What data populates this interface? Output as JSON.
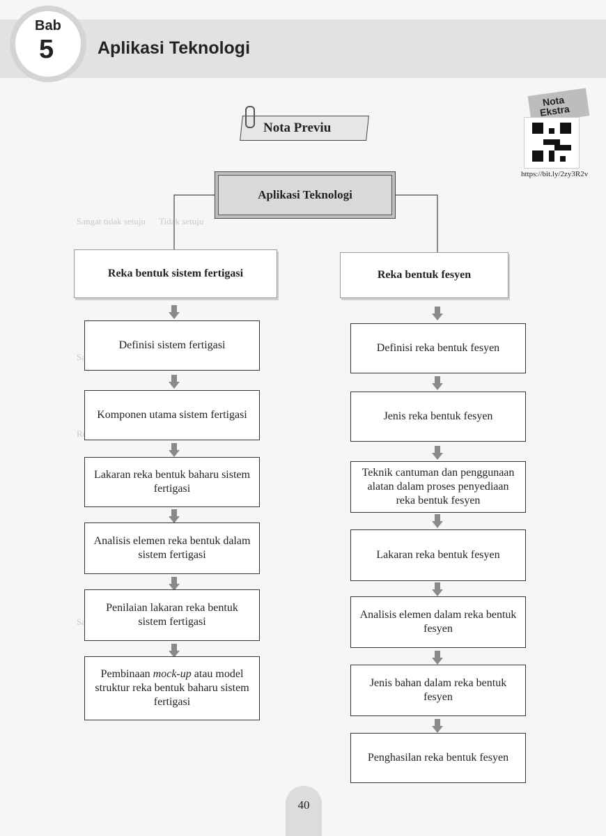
{
  "header": {
    "bab_label": "Bab",
    "bab_number": "5",
    "chapter_title": "Aplikasi Teknologi"
  },
  "nota_previu": "Nota Previu",
  "nota_ekstra": {
    "label_line1": "Nota",
    "label_line2": "Ekstra",
    "url": "https://bit.ly/2zy3R2v"
  },
  "root": "Aplikasi Teknologi",
  "left_branch": {
    "title": "Reka bentuk sistem fertigasi",
    "steps": [
      "Definisi sistem fertigasi",
      "Komponen utama  sistem fertigasi",
      "Lakaran reka bentuk baharu sistem fertigasi",
      "Analisis elemen reka bentuk dalam sistem fertigasi",
      "Penilaian lakaran reka bentuk sistem fertigasi",
      "struktur reka bentuk baharu sistem fertigasi"
    ],
    "last_prefix": "Pembinaan ",
    "last_italic": "mock-up",
    "last_suffix": " atau model"
  },
  "right_branch": {
    "title": "Reka bentuk fesyen",
    "steps": [
      "Definisi reka bentuk fesyen",
      "Jenis reka bentuk fesyen",
      "Teknik cantuman dan penggunaan alatan dalam proses penyediaan reka bentuk fesyen",
      "Lakaran reka bentuk fesyen",
      "Analisis elemen dalam reka bentuk fesyen",
      "Jenis bahan dalam reka bentuk fesyen",
      "Penghasilan reka bentuk fesyen"
    ]
  },
  "page_number": "40"
}
